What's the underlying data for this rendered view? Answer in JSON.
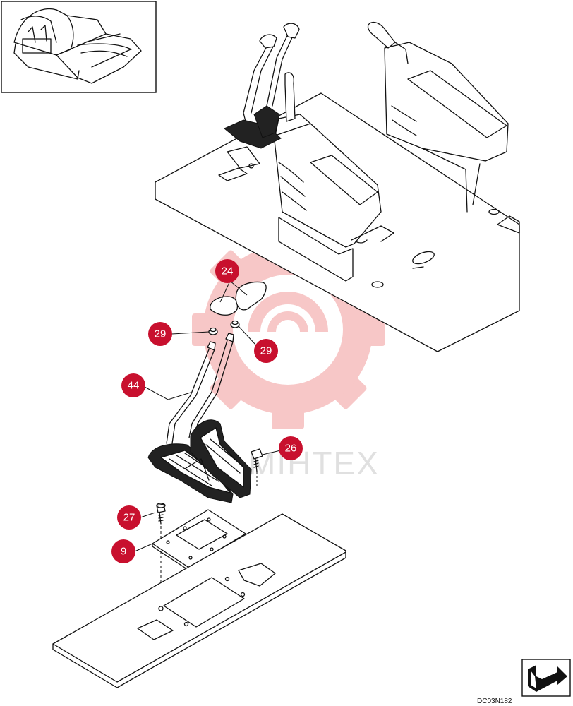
{
  "diagram": {
    "drawing_code": "DC03N182",
    "watermark_text": "MIHTEX",
    "accent_color": "#c8102e",
    "callouts": [
      {
        "id": "callout-24",
        "label": "24"
      },
      {
        "id": "callout-29-left",
        "label": "29"
      },
      {
        "id": "callout-29-right",
        "label": "29"
      },
      {
        "id": "callout-44",
        "label": "44"
      },
      {
        "id": "callout-26",
        "label": "26"
      },
      {
        "id": "callout-27",
        "label": "27"
      },
      {
        "id": "callout-9",
        "label": "9"
      }
    ],
    "icons": {
      "inset": "cab-overview-thumbnail",
      "corner": "next-page-arrow-icon"
    }
  }
}
